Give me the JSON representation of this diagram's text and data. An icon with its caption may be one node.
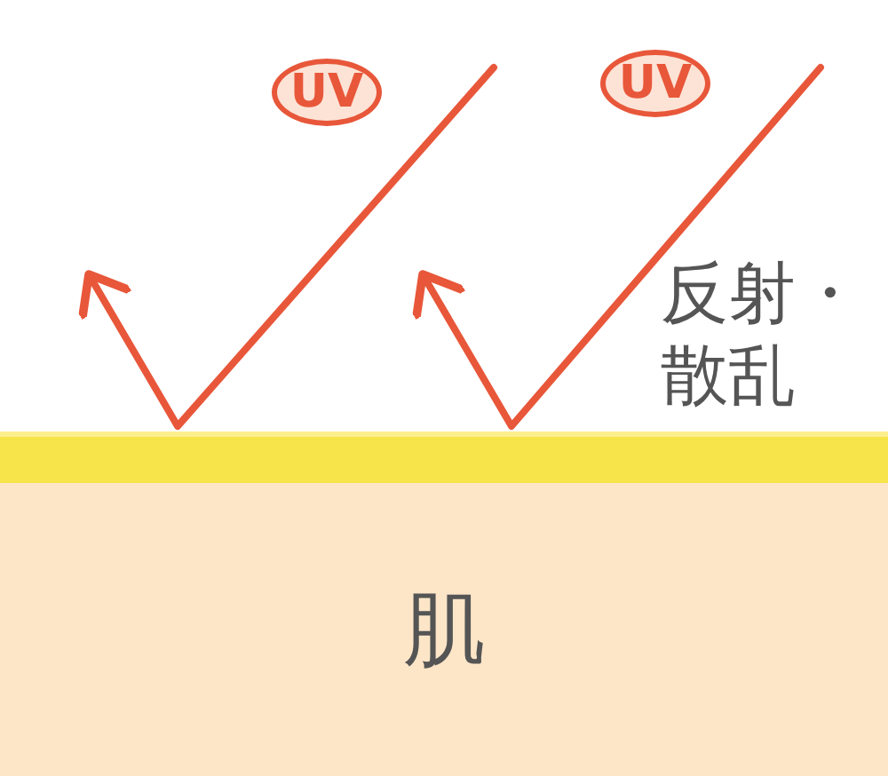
{
  "diagram": {
    "nodes": [
      {
        "text": [
          "UV"
        ]
      },
      {
        "text": [
          "UV"
        ]
      },
      {
        "text": [],
        "shape": "bar"
      },
      {
        "text": [
          "肌"
        ]
      }
    ],
    "edges": [],
    "labels": [
      "反射・散乱"
    ]
  }
}
